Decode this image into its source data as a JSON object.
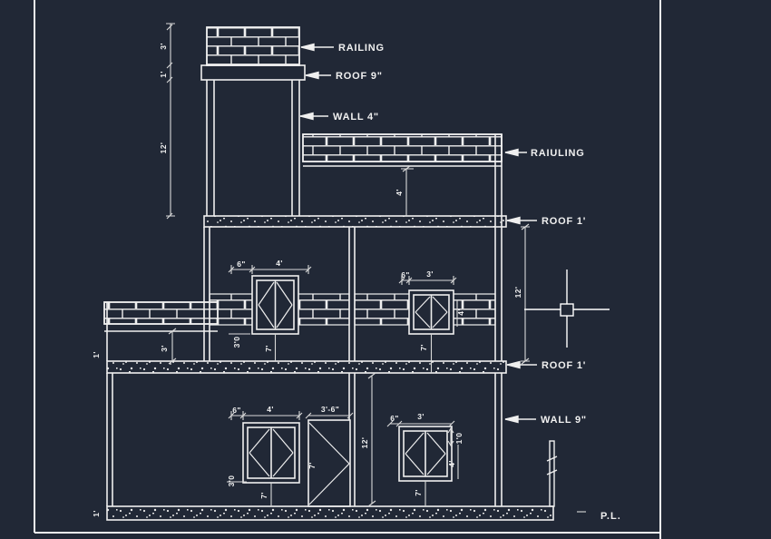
{
  "drawing": {
    "bg_color": "#212836",
    "line_color": "#efefef",
    "callouts": {
      "railing": "RAILING",
      "roof_9": "ROOF 9\"",
      "wall_4": "WALL 4\"",
      "raiuling": "RAIULING",
      "roof_1_mid": "ROOF 1'",
      "roof_1_low": "ROOF 1'",
      "wall_9": "WALL 9\"",
      "plot_line": "P.L."
    },
    "dims": {
      "tower_railing_h": "3'",
      "tower_roof_t": "1'",
      "tower_wall_h": "12'",
      "floor2_h": "12'",
      "terrace_dim": "4'",
      "balcony_dim": "3'",
      "slab2_t": "1'",
      "plinth_t": "1'",
      "ground_floor_h": "12'",
      "winA_offset": "6\"",
      "winA_w": "4'",
      "winA_sill": "3'0",
      "winA_lintel": "7'",
      "winB_offset": "6\"",
      "winB_w": "3'",
      "winB_lintel": "7'",
      "winB_h": "4'",
      "winC_offset": "6\"",
      "winC_w": "4'",
      "winC_sill": "3'0",
      "winC_lintel": "7'",
      "door_w": "3'-6\"",
      "door_h": "7'",
      "winD_offset": "6\"",
      "winD_w": "3'",
      "winD_lintel": "7'",
      "winD_band": "1'0",
      "winD_h": "4'"
    }
  }
}
